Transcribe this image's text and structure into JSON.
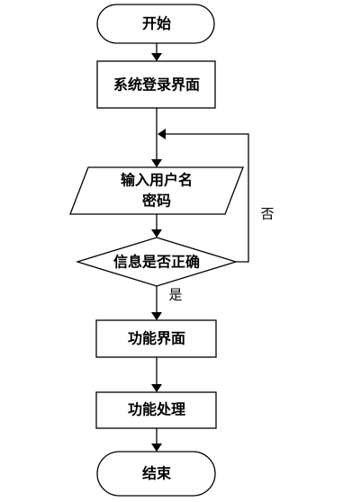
{
  "flowchart": {
    "nodes": {
      "start": {
        "label": "开始",
        "shape": "terminal"
      },
      "login_page": {
        "label": "系统登录界面",
        "shape": "process"
      },
      "input": {
        "label_line1": "输入用户名",
        "label_line2": "密码",
        "shape": "io"
      },
      "check": {
        "label": "信息是否正确",
        "shape": "decision"
      },
      "function_page": {
        "label": "功能界面",
        "shape": "process"
      },
      "function_process": {
        "label": "功能处理",
        "shape": "process"
      },
      "end": {
        "label": "结束",
        "shape": "terminal"
      }
    },
    "edges": {
      "no_label": "否",
      "yes_label": "是"
    }
  }
}
